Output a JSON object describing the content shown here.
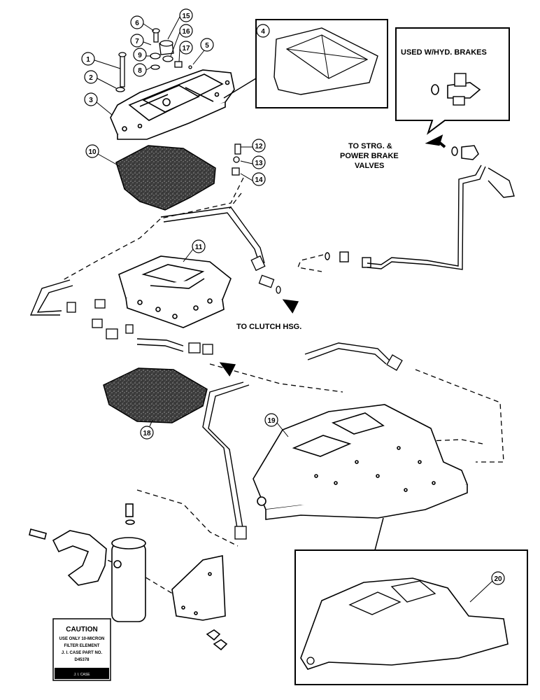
{
  "callouts": [
    "1",
    "2",
    "3",
    "4",
    "5",
    "6",
    "7",
    "8",
    "9",
    "10",
    "11",
    "12",
    "13",
    "14",
    "15",
    "16",
    "17",
    "18",
    "19",
    "20"
  ],
  "labels": {
    "hyd_brakes": "USED W/HYD. BRAKES",
    "strg_line1": "TO STRG. &",
    "strg_line2": "POWER BRAKE",
    "strg_line3": "VALVES",
    "clutch": "TO CLUTCH HSG."
  },
  "caution": {
    "title": "CAUTION",
    "lines": [
      "USE ONLY 10-MICRON",
      "FILTER ELEMENT",
      "J. I. CASE PART NO.",
      "D45378"
    ],
    "footer": "J. I. CASE"
  },
  "colors": {
    "ink": "#000000",
    "paper": "#ffffff",
    "gasket": "#2b2b2b"
  }
}
